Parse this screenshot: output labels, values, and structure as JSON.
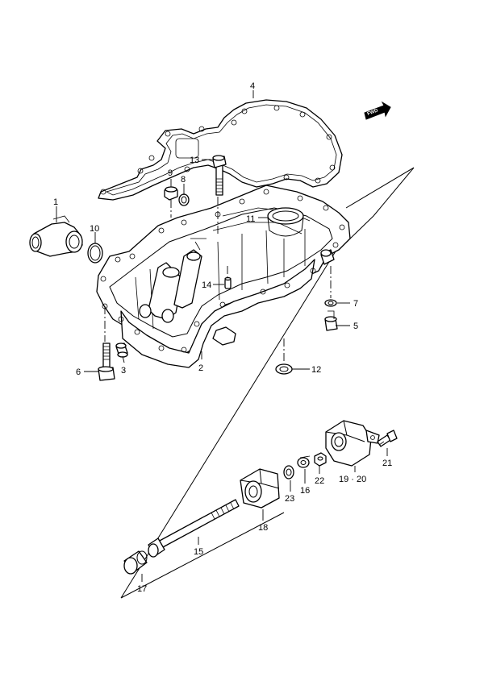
{
  "direction_badge": "FWD",
  "callouts": {
    "c1": "1",
    "c2": "2",
    "c3": "3",
    "c4": "4",
    "c5": "5",
    "c6": "6",
    "c7": "7",
    "c8": "8",
    "c9": "9",
    "c10": "10",
    "c11": "11",
    "c12": "12",
    "c13": "13",
    "c14": "14",
    "c15": "15",
    "c16": "16",
    "c17": "17",
    "c18": "18",
    "c1920": "19 · 20",
    "c21": "21",
    "c22": "22",
    "c23": "23"
  }
}
